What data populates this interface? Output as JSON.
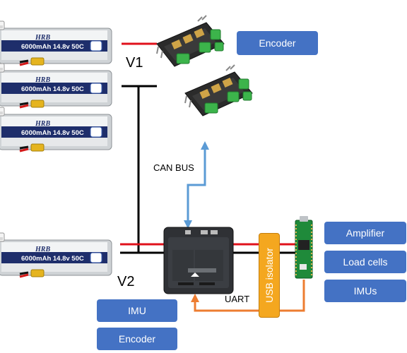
{
  "batteries": [
    {
      "brand": "HRB",
      "spec": "6000mAh 14.8v 50C"
    },
    {
      "brand": "HRB",
      "spec": "6000mAh 14.8v 50C"
    },
    {
      "brand": "HRB",
      "spec": "6000mAh 14.8v 50C"
    },
    {
      "brand": "HRB",
      "spec": "6000mAh 14.8v 50C"
    }
  ],
  "labels": {
    "v1": "V1",
    "v2": "V2",
    "can_bus": "CAN BUS",
    "uart": "UART",
    "usb_isolator": "USB isolator"
  },
  "boxes": {
    "encoder_top": "Encoder",
    "amplifier": "Amplifier",
    "load_cells": "Load cells",
    "imus": "IMUs",
    "imu": "IMU",
    "encoder_bottom": "Encoder"
  },
  "colors": {
    "box": "#4472c4",
    "can_bus_line": "#5b9bd5",
    "uart_line": "#ed7d31",
    "power_positive": "#e0111b",
    "power_ground": "#000000",
    "driver_board": "#2b2b2b",
    "terminal": "#3cb44b",
    "controller": "#2f3135",
    "isolator": "#f4a71f",
    "teensy": "#1f8a3a"
  }
}
